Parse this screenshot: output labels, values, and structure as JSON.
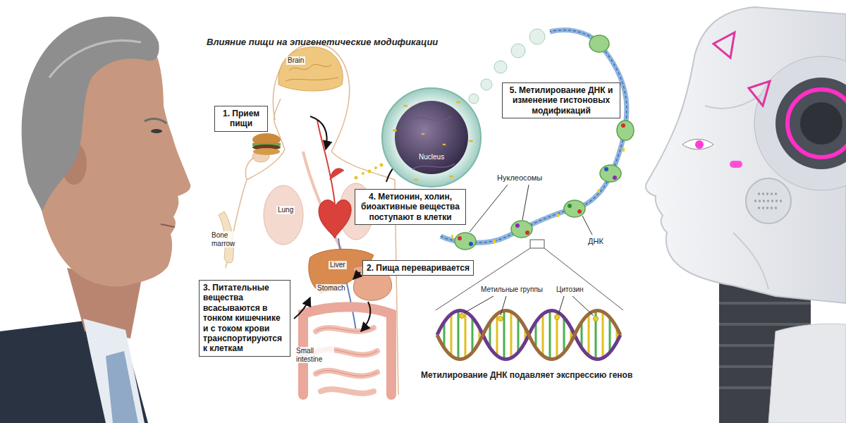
{
  "diagram": {
    "title": "Влияние пищи на эпигенетические модификации",
    "nodes": [
      {
        "text": [
          "1. Прием пищи"
        ]
      },
      {
        "text": [
          "5. Метилирование ДНК и изменение гистоновых модификаций"
        ]
      },
      {
        "text": [
          "4. Метионин, холин, биоактивные вещества поступают в клетки"
        ]
      },
      {
        "text": [
          "2. Пища переваривается"
        ]
      },
      {
        "text": [
          "3. Питательные вещества всасываются в тонком кишечнике и с током крови транспортируются к клеткам"
        ]
      }
    ],
    "labels": [
      "Brain",
      "Nucleus",
      "Нуклеосомы",
      "Lung",
      "Bone marrow",
      "ДНК",
      "Liver",
      "Stomach",
      "Метильные группы",
      "Цитозин",
      "Small intestine",
      "Метилирование ДНК подавляет экспрессию генов"
    ]
  }
}
